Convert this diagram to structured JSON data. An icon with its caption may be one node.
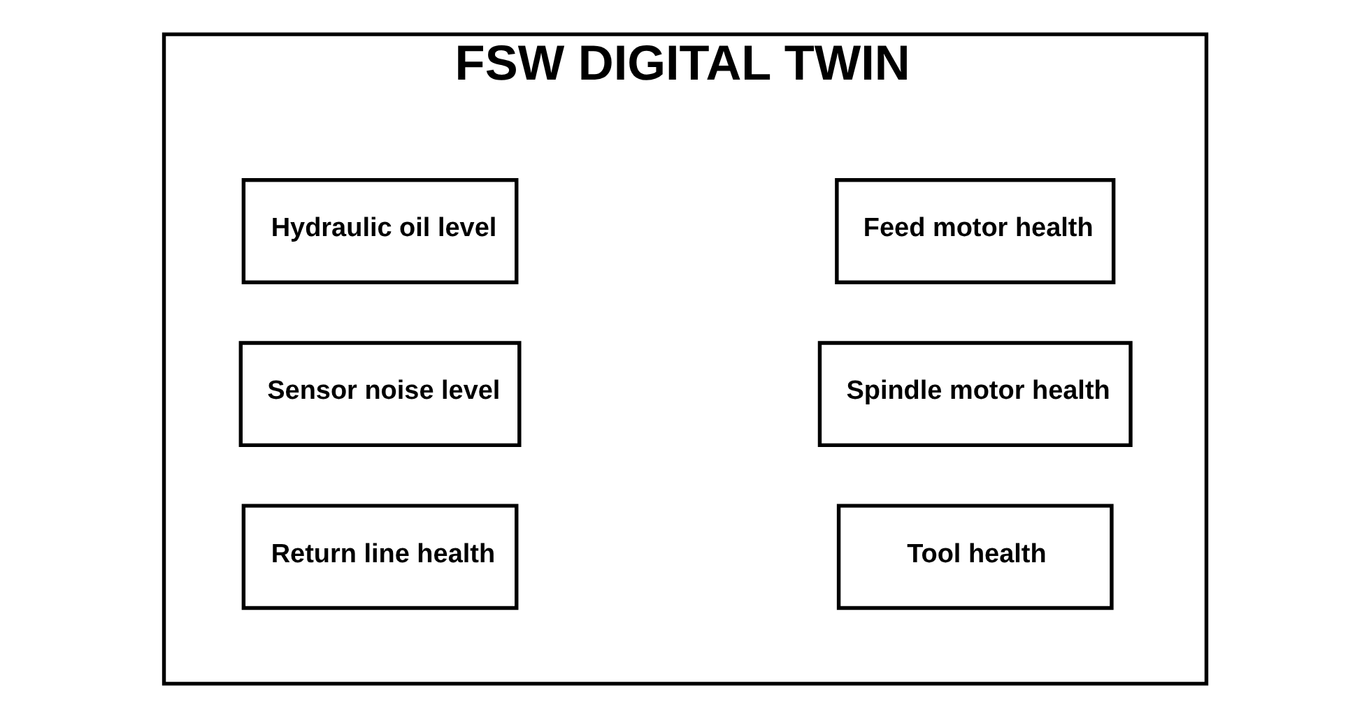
{
  "diagram": {
    "nodes": [
      {
        "text": [
          "FSW DIGITAL TWIN"
        ]
      },
      {
        "text": [
          "Feed motor health"
        ],
        "in": 0
      },
      {
        "text": [
          "Hydraulic oil level"
        ],
        "in": 0
      },
      {
        "text": [
          "Spindle motor health"
        ],
        "in": 0
      },
      {
        "text": [
          "Sensor noise level"
        ],
        "in": 0
      },
      {
        "text": [
          "Tool health"
        ],
        "in": 0
      },
      {
        "text": [
          "Return line health"
        ],
        "in": 0
      }
    ]
  }
}
